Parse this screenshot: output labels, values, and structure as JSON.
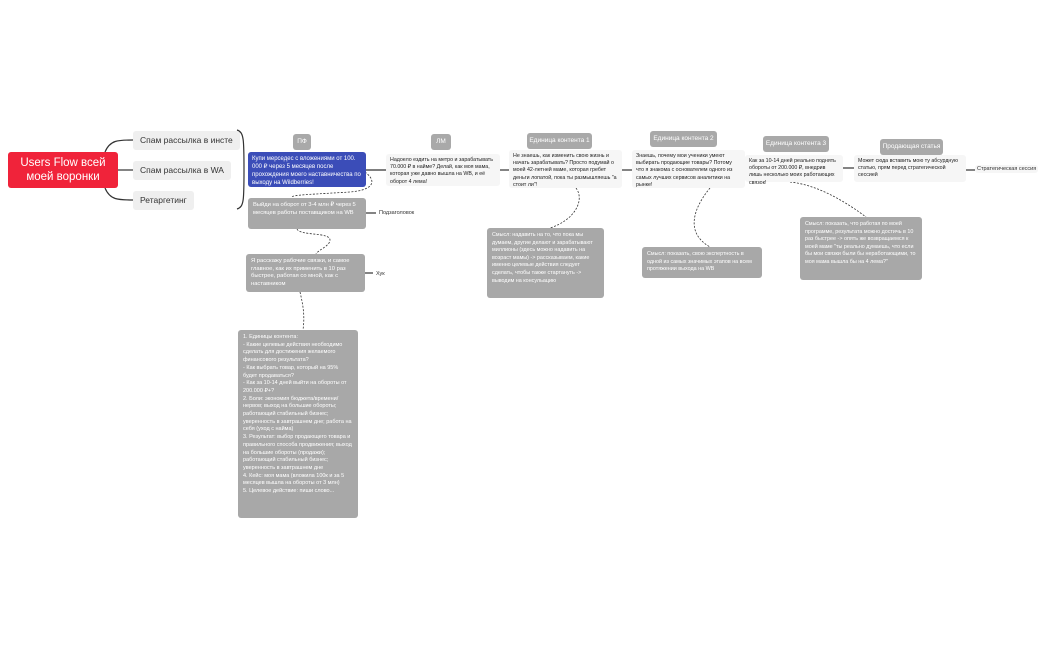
{
  "root": {
    "title": "Users Flow всей моей воронки"
  },
  "branches": [
    "Спам рассылка в инсте",
    "Спам рассылка в WA",
    "Ретаргетинг"
  ],
  "colors": {
    "root": "#f0233a",
    "highlight": "#3b4db8",
    "tag": "#a9a9a9",
    "note": "#a8a8a8"
  },
  "stages": [
    {
      "tag": "ПФ",
      "text": "Купи мерседес с вложениями от 100. 000 ₽ через 5 месяцев после прохождения моего наставничества по выходу на Wildberries!"
    },
    {
      "tag": "ЛМ",
      "text": "Надоело ездить на метро и зарабатывать 70.000 ₽ в найме? Делай, как моя мама, которая уже давно вышла на WB, и её оборот 4 лема!"
    },
    {
      "tag": "Единица контента 1",
      "text": "Не знаешь, как изменить свою жизнь и начать зарабатывать? Просто подумай о моей 42-летней маме, которая гребет деньги лопатой, пока ты размышляешь \"а стоит ли\"!"
    },
    {
      "tag": "Единица контента 2",
      "text": "Знаешь, почему мои ученики умеют выбирать продающие товары? Потому что я знакома с основателем одного из самых лучших сервисов аналитики на рынке!"
    },
    {
      "tag": "Единица контента 3",
      "text": "Как за 10-14 дней реально поднять обороты от 200.000 ₽, внедрив лишь несколько моих работающих связок!"
    },
    {
      "tag": "Продающая статья",
      "text": "Может сюда вставить мою ту абсурдную статью, прям перед стратегической сессией"
    }
  ],
  "final": "Стратегическая сессия",
  "subtitle": {
    "text": "Выйди на оборот от 3-4 млн ₽ через 5 месяцев работы поставщиком на WB",
    "label": "Подзаголовок"
  },
  "hook": {
    "text": "Я расскажу рабочие связки, и самое главное, как их применить в 10 раз быстрее, работая со мной, как с наставником",
    "label": "Хук"
  },
  "plan": [
    "1. Единицы контента:",
    "- Какие целевые действия необходимо сделать для достижения желаемого финансового результата?",
    "- Как выбрать товар, который на 95% будет продаваться?",
    "- Как за 10-14 дней выйти на обороты от 200.000 ₽+?",
    "2. Боли: экономия бюджета/времени/нервов; выход на большие обороты; работающий стабильный бизнес; уверенность в завтрашнем дне; работа на себя (уход с найма)",
    "3. Результат: выбор продающего товара и правильного способа продвижения; выход на большие обороты (продажи); работающий стабильный бизнес; уверенность в завтрашнем дне",
    "4. Кейс: моя мама (вложила 100к и за 5 месяцев вышла на обороты от 3 млн)",
    "5. Целевое действие: пиши слово..."
  ],
  "meanings": [
    "Смысл: надавить на то, что пока мы думаем, другие делают и зарабатывают миллионы (здесь можно надавить на возраст мамы) -> рассказываем, какие именно целевые действия следует сделать, чтобы также стартануть -> выводим на консульацию",
    "Смысл: показать, свою экспертность в одной из самых значимых этапов на всем протяжении выхода на WB",
    "Смысл: показать, что работая по моей программе, результата можно достичь в 10 раз быстрее -> опять же возвращаемся к моей маме \"ты реально думаешь, что если бы мои связки были бы неработающими, то моя мама вышла бы на 4 лема?\""
  ]
}
